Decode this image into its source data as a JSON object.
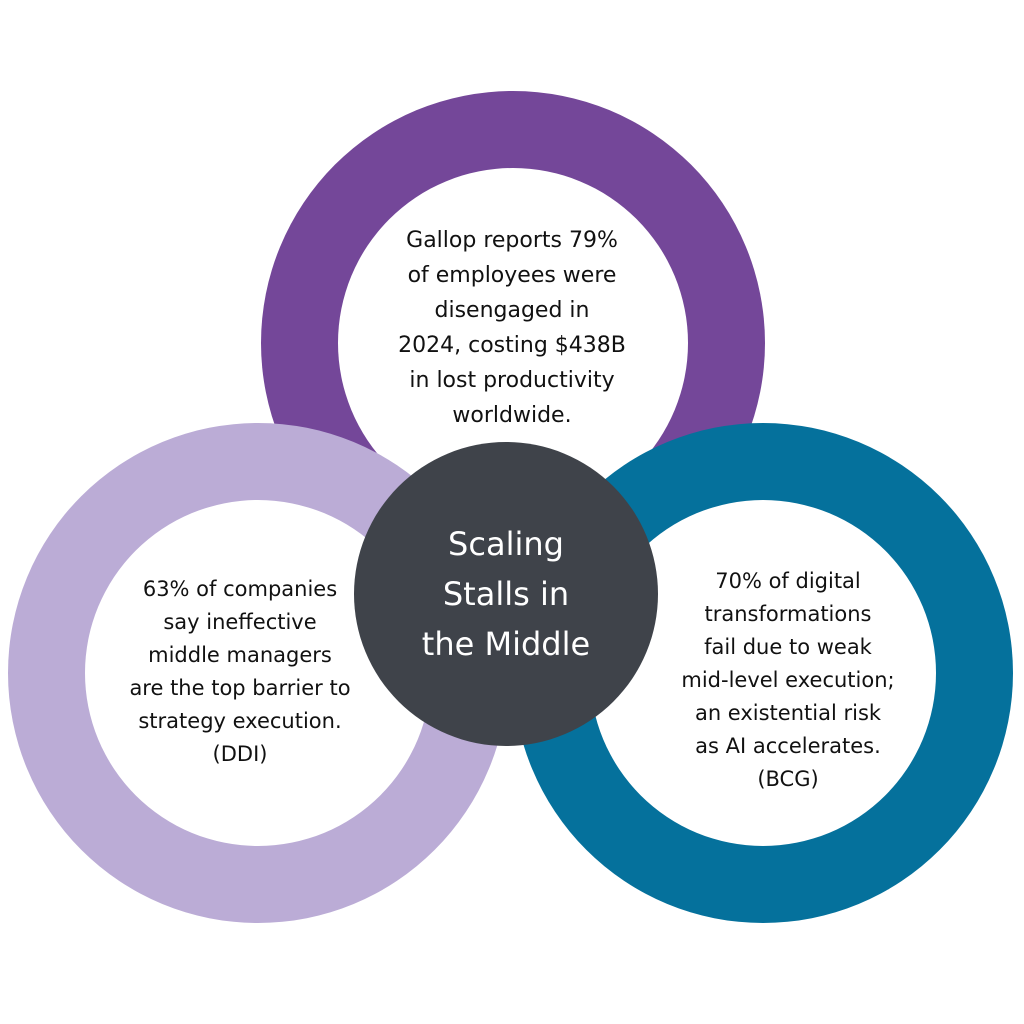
{
  "diagram": {
    "center": {
      "lines": [
        "Scaling",
        "Stalls in",
        "the Middle"
      ],
      "color": "#3f434a",
      "text_color": "#ffffff"
    },
    "circles": {
      "top": {
        "color": "#744799",
        "lines": [
          "Gallop reports 79%",
          "of employees were",
          "disengaged in",
          "2024, costing $438B",
          "in lost productivity",
          "worldwide."
        ]
      },
      "left": {
        "color": "#bbacd6",
        "lines": [
          "63% of companies",
          "say ineffective",
          "middle managers",
          "are the top barrier to",
          "strategy execution.",
          "(DDI)"
        ]
      },
      "right": {
        "color": "#05719c",
        "lines": [
          "70% of digital",
          "transformations",
          "fail due to weak",
          "mid-level execution;",
          "an existential risk",
          "as AI accelerates.",
          "(BCG)"
        ]
      }
    }
  }
}
